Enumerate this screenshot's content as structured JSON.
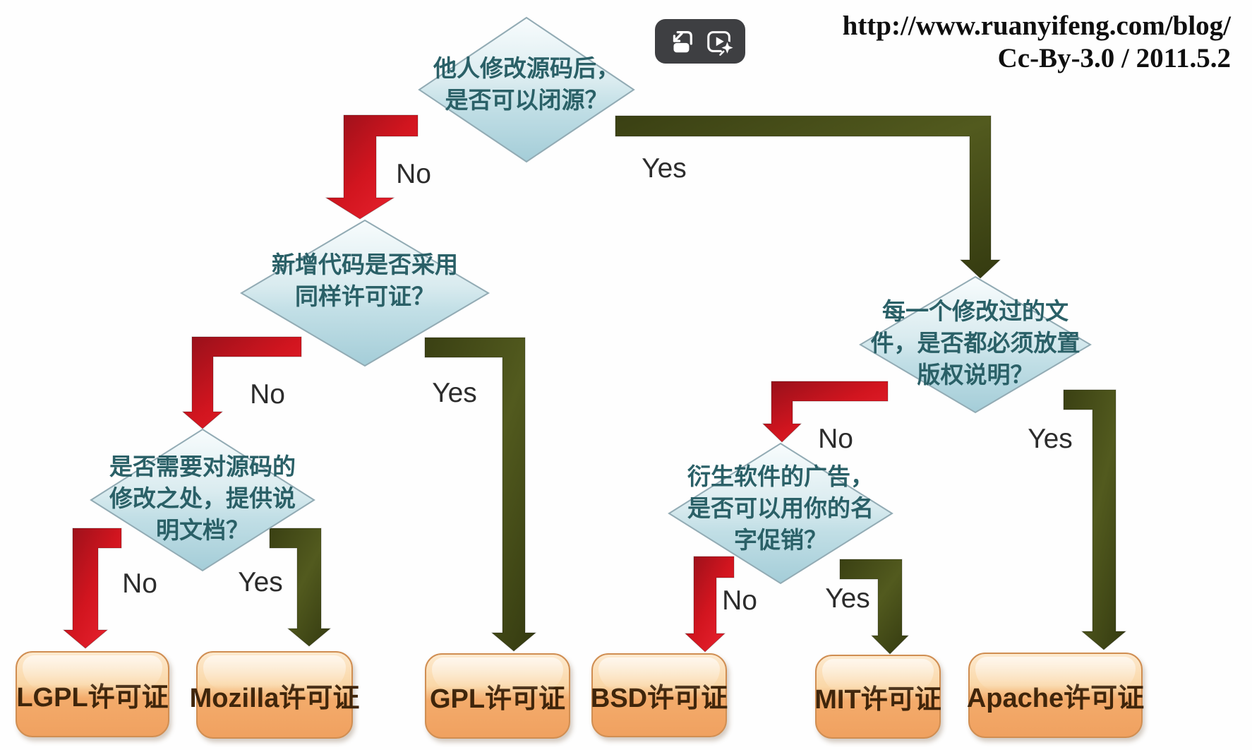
{
  "header": {
    "url_line1": "http://www.ruanyifeng.com/blog/",
    "url_line2": "Cc-By-3.0 / 2011.5.2"
  },
  "toolbar": {
    "icons": [
      {
        "name": "enter-pip-icon"
      },
      {
        "name": "video-enhance-icon"
      }
    ]
  },
  "colors": {
    "diamond_fill_top": "#f8fcfd",
    "diamond_fill_bottom": "#a4cdd8",
    "diamond_text": "#2a6067",
    "arrow_no_red": "#d2151f",
    "arrow_yes_olive": "#4d5420",
    "license_box_orange": "#f3ab6b",
    "license_text": "#3f250b"
  },
  "diagram": {
    "nodes": {
      "d1": {
        "lines": [
          "他人修改源码后，",
          "是否可以闭源？"
        ]
      },
      "d2": {
        "lines": [
          "新增代码是否采用",
          "同样许可证？"
        ]
      },
      "d3": {
        "lines": [
          "是否需要对源码的",
          "修改之处，提供说",
          "明文档？"
        ]
      },
      "d4": {
        "lines": [
          "衍生软件的广告，",
          "是否可以用你的名",
          "字促销？"
        ]
      },
      "d5": {
        "lines": [
          "每一个修改过的文",
          "件，是否都必须放置",
          "版权说明？"
        ]
      }
    },
    "edge_labels": {
      "e1": "No",
      "e2": "Yes",
      "e3": "No",
      "e4": "Yes",
      "e5": "No",
      "e6": "Yes",
      "e7": "No",
      "e8": "Yes",
      "e9": "No",
      "e10": "Yes"
    },
    "licenses": {
      "lgpl": "LGPL许可证",
      "mozilla": "Mozilla许可证",
      "gpl": "GPL许可证",
      "bsd": "BSD许可证",
      "mit": "MIT许可证",
      "apache": "Apache许可证"
    }
  }
}
